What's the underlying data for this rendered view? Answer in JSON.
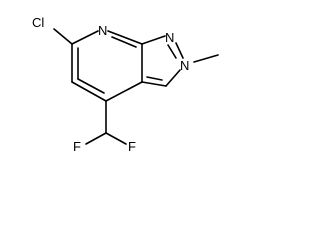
{
  "molecule": {
    "name": "",
    "atoms": {
      "n_ring_a": "N",
      "n_ring_b": "N",
      "n_ring_c": "N",
      "chlorine": "Cl",
      "fluorine_left": "F",
      "fluorine_right": "F"
    }
  },
  "colors": {
    "bond": "#000000",
    "label": "#000000",
    "background": "#ffffff"
  }
}
